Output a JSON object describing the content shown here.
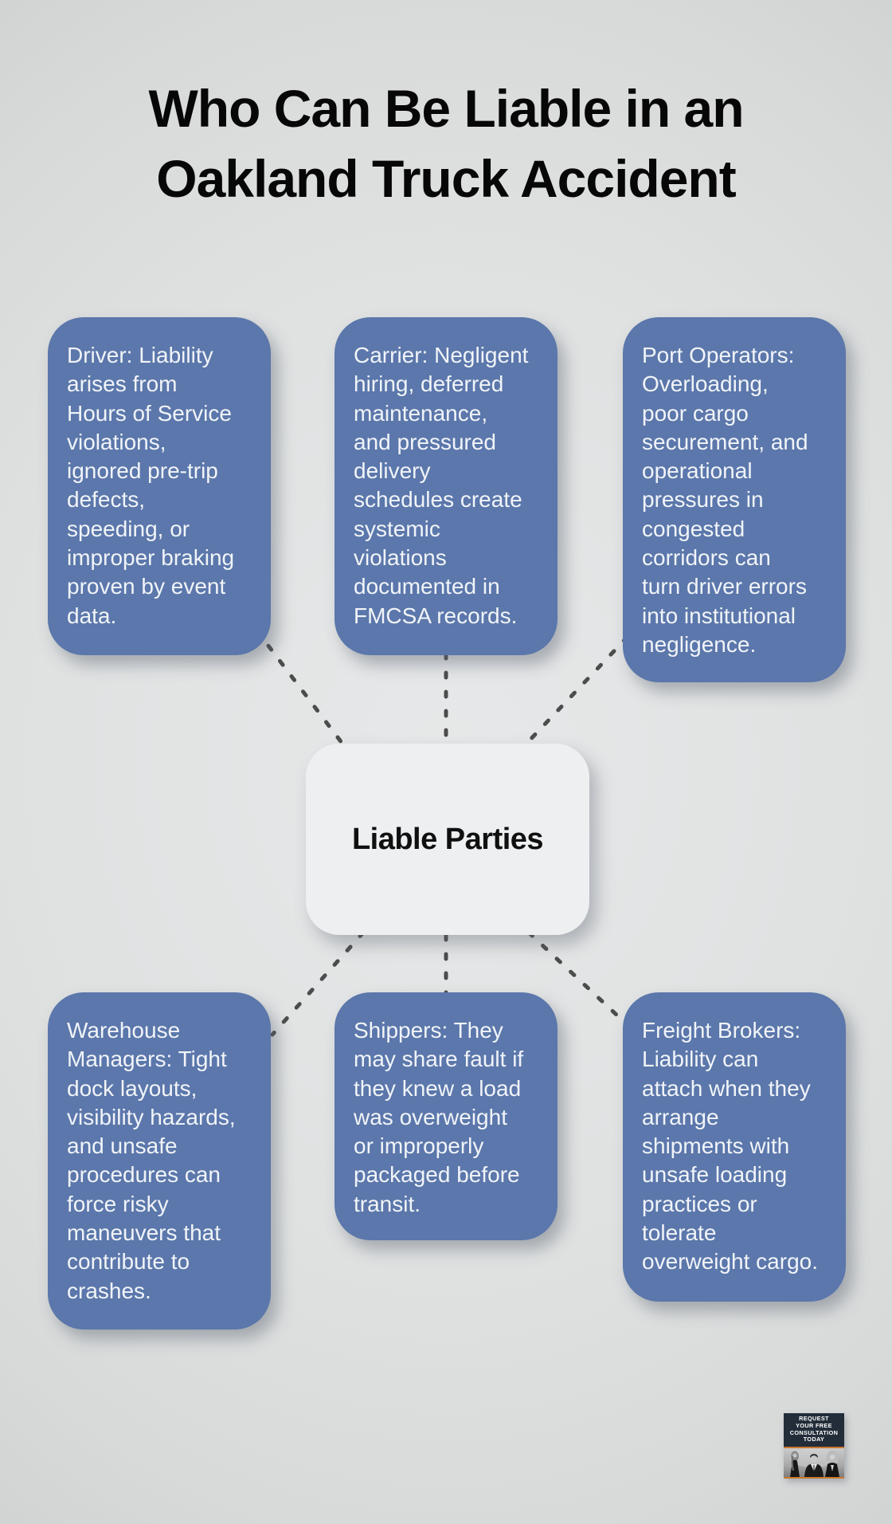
{
  "title": "Who Can Be Liable in an\nOakland Truck Accident",
  "diagram": {
    "center": {
      "label": "Liable Parties"
    },
    "nodes": [
      {
        "id": "driver",
        "text": "Driver: Liability\narises from\nHours of Service\nviolations,\nignored pre-trip\ndefects,\nspeeding, or\nimproper braking\nproven by event\ndata."
      },
      {
        "id": "carrier",
        "text": "Carrier: Negligent\nhiring, deferred\nmaintenance,\nand pressured\ndelivery\nschedules create\nsystemic\nviolations\ndocumented in\nFMCSA records."
      },
      {
        "id": "port-operators",
        "text": "Port Operators:\nOverloading,\npoor cargo\nsecurement, and\noperational\npressures in\ncongested\ncorridors can\nturn driver errors\ninto institutional\nnegligence."
      },
      {
        "id": "warehouse-managers",
        "text": "Warehouse\nManagers: Tight\ndock layouts,\nvisibility hazards,\nand unsafe\nprocedures can\nforce risky\nmaneuvers that\ncontribute to\ncrashes."
      },
      {
        "id": "shippers",
        "text": "Shippers: They\nmay share fault if\nthey knew a load\nwas overweight\nor improperly\npackaged before\ntransit."
      },
      {
        "id": "freight-brokers",
        "text": "Freight Brokers:\nLiability can\nattach when they\narrange\nshipments with\nunsafe loading\npractices or\ntolerate\noverweight cargo."
      }
    ]
  },
  "badge": {
    "cta": "REQUEST\nYOUR FREE\nCONSULTATION\nTODAY"
  },
  "colors": {
    "background": "#dfe1e1",
    "node_fill": "#5b77ab",
    "node_text": "#f1f4f8",
    "center_fill": "#edeff1",
    "center_text": "#101010",
    "title_text": "#070707",
    "connector": "#4c4c4c",
    "badge_bg": "#222d39",
    "badge_accent": "#c8782f",
    "badge_text": "#ffffff"
  }
}
